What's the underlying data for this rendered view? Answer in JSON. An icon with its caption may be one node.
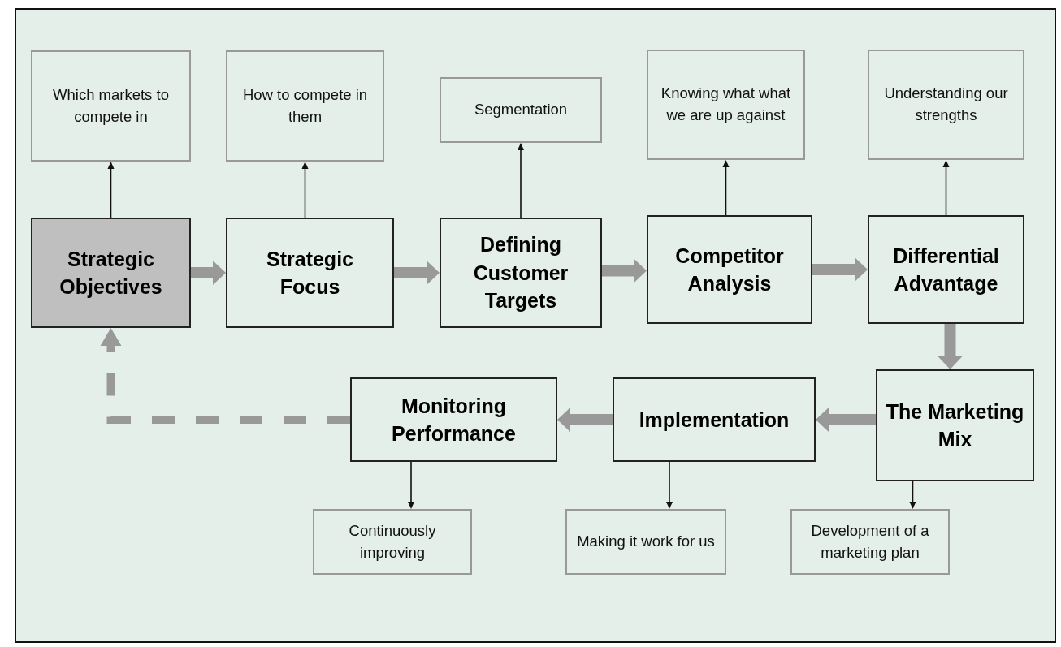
{
  "diagram": {
    "nodes": [
      {
        "text": [
          "Which markets to compete in"
        ]
      },
      {
        "text": [
          "How to compete in them"
        ]
      },
      {
        "text": [
          "Segmentation"
        ]
      },
      {
        "text": [
          "Knowing what what we are up against"
        ]
      },
      {
        "text": [
          "Understanding our strengths"
        ]
      },
      {
        "text": [
          "Strategic Objectives"
        ]
      },
      {
        "text": [
          "Strategic Focus"
        ]
      },
      {
        "text": [
          "Defining Customer Targets"
        ]
      },
      {
        "text": [
          "Competitor Analysis"
        ]
      },
      {
        "text": [
          "Differential Advantage"
        ]
      },
      {
        "text": [
          "Monitoring Performance"
        ]
      },
      {
        "text": [
          "Implementation"
        ]
      },
      {
        "text": [
          "The Marketing Mix"
        ]
      },
      {
        "text": [
          "Continuously improving"
        ]
      },
      {
        "text": [
          "Making it work for us"
        ]
      },
      {
        "text": [
          "Development of a marketing plan"
        ]
      }
    ],
    "edges": [
      {
        "from": 5,
        "to": 0,
        "arrow": "to"
      },
      {
        "from": 6,
        "to": 1,
        "arrow": "to"
      },
      {
        "from": 7,
        "to": 2,
        "arrow": "to"
      },
      {
        "from": 8,
        "to": 3,
        "arrow": "to"
      },
      {
        "from": 9,
        "to": 4,
        "arrow": "to"
      },
      {
        "from": 5,
        "to": 6,
        "arrow": "to",
        "style": "thick",
        "color": "#999999"
      },
      {
        "from": 6,
        "to": 7,
        "arrow": "to",
        "style": "thick",
        "color": "#999999"
      },
      {
        "from": 7,
        "to": 8,
        "arrow": "to",
        "style": "thick",
        "color": "#999999"
      },
      {
        "from": 8,
        "to": 9,
        "arrow": "to",
        "style": "thick",
        "color": "#999999"
      },
      {
        "from": 9,
        "to": 12,
        "arrow": "to",
        "style": "thick",
        "color": "#999999"
      },
      {
        "from": 12,
        "to": 11,
        "arrow": "to",
        "style": "thick",
        "color": "#999999"
      },
      {
        "from": 11,
        "to": 10,
        "arrow": "to",
        "style": "thick",
        "color": "#999999"
      },
      {
        "from": 10,
        "to": 5,
        "arrow": "to",
        "style": "dashed",
        "color": "#999999"
      },
      {
        "from": 10,
        "to": 13,
        "arrow": "to"
      },
      {
        "from": 11,
        "to": 14,
        "arrow": "to"
      },
      {
        "from": 12,
        "to": 15,
        "arrow": "to"
      }
    ]
  }
}
